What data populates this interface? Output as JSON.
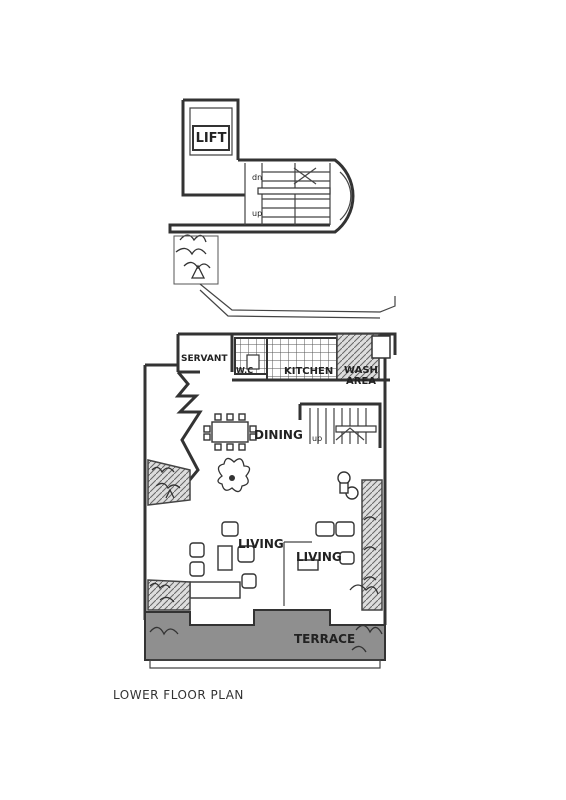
{
  "labels": {
    "lift": "LIFT",
    "stair_dn": "dn",
    "stair_up": "up",
    "servant": "SERVANT",
    "wc": "W.C",
    "kitchen": "KITCHEN",
    "wash_area_1": "WASH",
    "wash_area_2": "AREA",
    "dining": "DINING",
    "stair_up_lower": "up",
    "living_1": "LIVING",
    "living_2": "LIVING",
    "terrace": "TERRACE"
  },
  "caption": "LOWER FLOOR PLAN"
}
